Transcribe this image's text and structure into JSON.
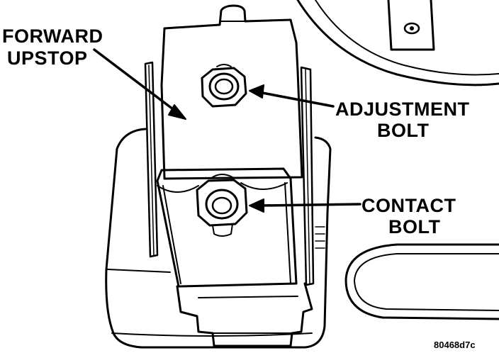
{
  "labels": {
    "forward_upstop_line1": "FORWARD",
    "forward_upstop_line2": "UPSTOP",
    "adjustment_bolt_line1": "ADJUSTMENT",
    "adjustment_bolt_line2": "BOLT",
    "contact_bolt_line1": "CONTACT",
    "contact_bolt_line2": "BOLT",
    "figure_id": "80468d7c"
  },
  "colors": {
    "ink": "#000000",
    "paper": "#ffffff"
  }
}
